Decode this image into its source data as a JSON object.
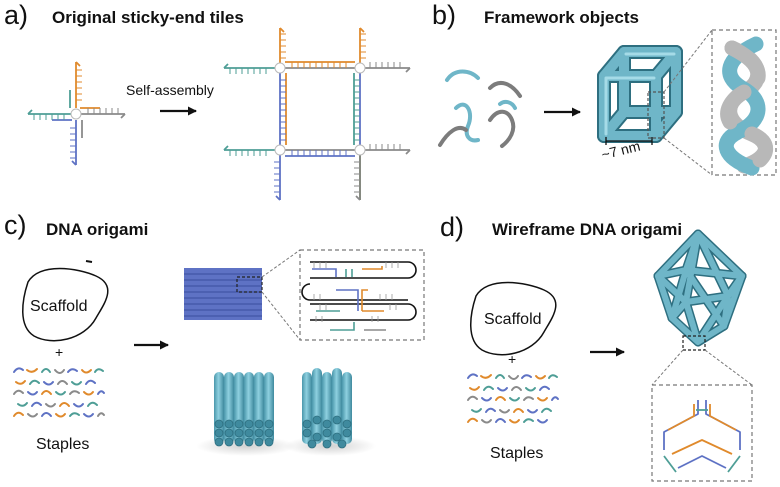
{
  "panels": {
    "a": {
      "letter": "a)",
      "title": "Original sticky-end tiles",
      "arrow_label": "Self-assembly"
    },
    "b": {
      "letter": "b)",
      "title": "Framework objects",
      "scale_label": "~7 nm"
    },
    "c": {
      "letter": "c)",
      "title": "DNA origami",
      "scaffold_label": "Scaffold",
      "plus": "+",
      "staples_label": "Staples"
    },
    "d": {
      "letter": "d)",
      "title": "Wireframe DNA origami",
      "scaffold_label": "Scaffold",
      "plus": "+",
      "staples_label": "Staples"
    }
  },
  "colors": {
    "orange": "#e08a2c",
    "teal": "#4e9e96",
    "blue": "#5e72c4",
    "gray": "#8a8a8a",
    "cyan_3d": "#6fb6c8",
    "strand_gray": "#7c7c7c"
  }
}
